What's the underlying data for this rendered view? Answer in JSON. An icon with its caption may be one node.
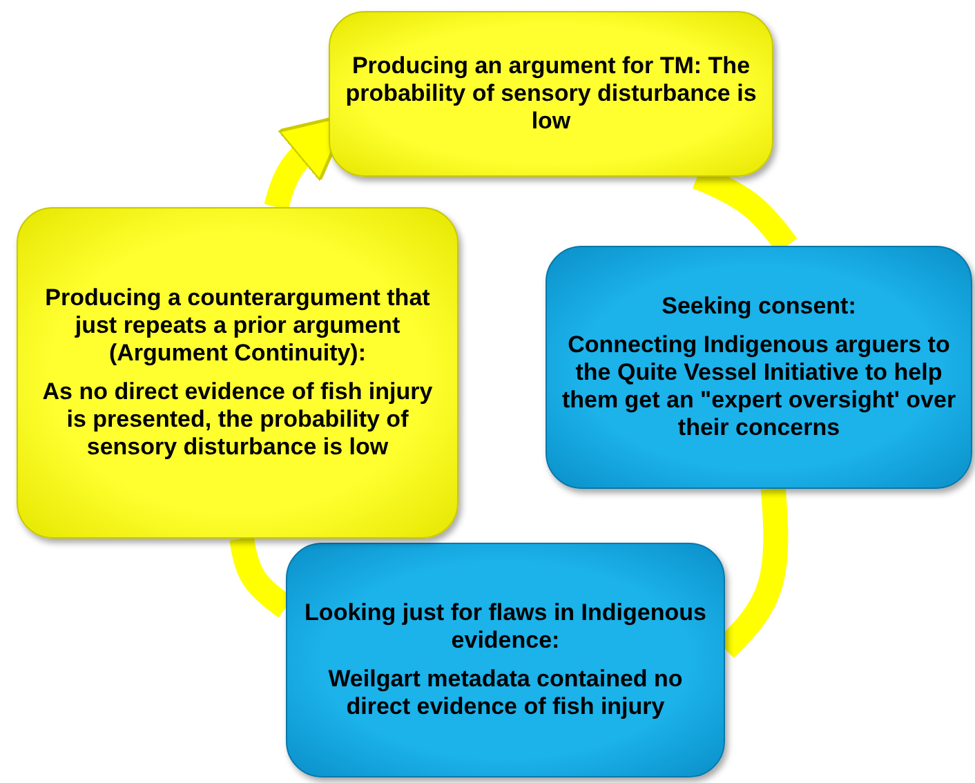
{
  "diagram": {
    "nodes": [
      {
        "text": [
          "Producing an argument for TM: The probability of sensory disturbance is low"
        ]
      },
      {
        "text": [
          "Seeking consent:",
          "Connecting Indigenous arguers to the Quite Vessel Initiative to help them get an \"expert oversight' over their concerns"
        ]
      },
      {
        "text": [
          "Looking just for flaws in Indigenous evidence:",
          "Weilgart metadata contained no direct evidence of fish injury"
        ]
      },
      {
        "text": [
          "Producing a counterargument that just repeats a prior argument (Argument Continuity):",
          "As no direct evidence of fish injury is presented, the probability of sensory disturbance is low"
        ]
      }
    ],
    "edges": [
      {
        "from": 0,
        "to": 1,
        "arrow": "none"
      },
      {
        "from": 1,
        "to": 2,
        "arrow": "none"
      },
      {
        "from": 2,
        "to": 3,
        "arrow": "none"
      },
      {
        "from": 3,
        "to": 0,
        "arrow": "to"
      }
    ]
  }
}
